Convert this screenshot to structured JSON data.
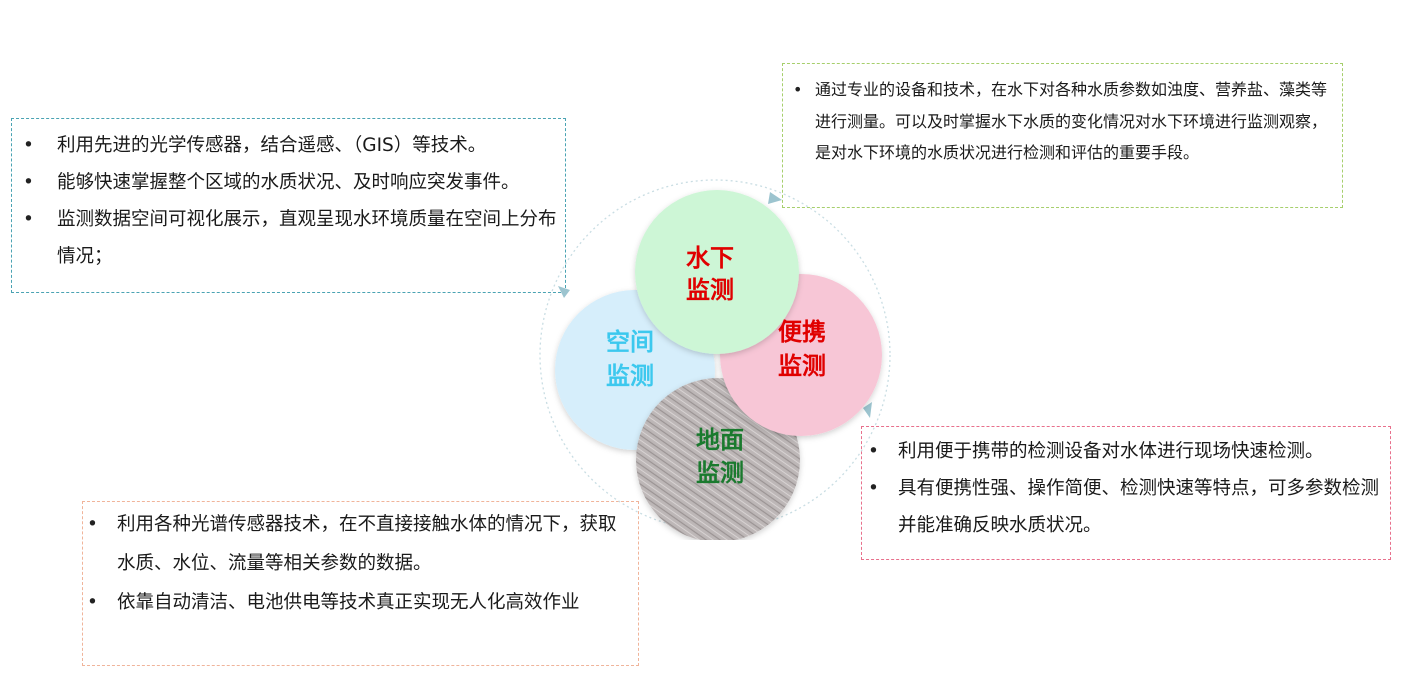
{
  "colors": {
    "underwater_fill": "#cdf6d6",
    "portable_fill": "#f7c6d6",
    "spatial_fill": "#d6eefb",
    "ground_fill": "#b9b3b3",
    "underwater_text": "#e00000",
    "portable_text": "#e00000",
    "spatial_text": "#3cc8ee",
    "ground_text": "#1a7a2e"
  },
  "circles": {
    "underwater": {
      "line1": "水下",
      "line2": "监测"
    },
    "portable": {
      "line1": "便携",
      "line2": "监测"
    },
    "spatial": {
      "line1": "空间",
      "line2": "监测"
    },
    "ground": {
      "line1": "地面",
      "line2": "监测"
    }
  },
  "boxes": {
    "spatial": [
      "利用先进的光学传感器，结合遥感、（GIS）等技术。",
      "能够快速掌握整个区域的水质状况、及时响应突发事件。",
      "监测数据空间可视化展示，直观呈现水环境质量在空间上分布情况；"
    ],
    "underwater": [
      "通过专业的设备和技术，在水下对各种水质参数如浊度、营养盐、藻类等进行测量。可以及时掌握水下水质的变化情况对水下环境进行监测观察，是对水下环境的水质状况进行检测和评估的重要手段。"
    ],
    "portable": [
      "利用便于携带的检测设备对水体进行现场快速检测。",
      "具有便携性强、操作简便、检测快速等特点，可多参数检测并能准确反映水质状况。"
    ],
    "ground": [
      "利用各种光谱传感器技术，在不直接接触水体的情况下，获取水质、水位、流量等相关参数的数据。",
      "依靠自动清洁、电池供电等技术真正实现无人化高效作业"
    ]
  }
}
